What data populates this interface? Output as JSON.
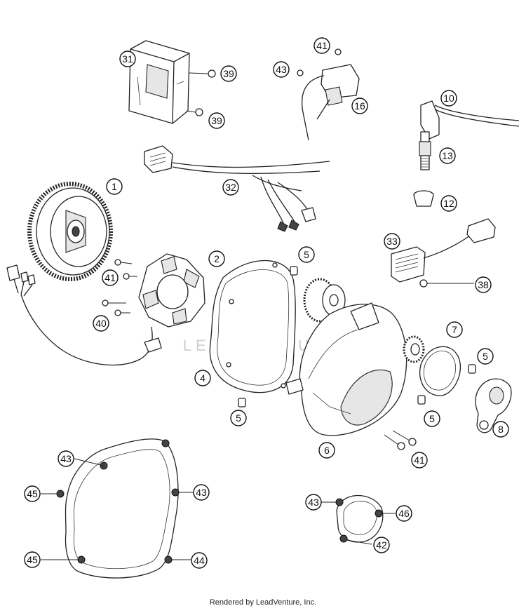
{
  "watermark": "LEADVENTURE",
  "footer": "Rendered by LeadVenture, Inc.",
  "callouts": {
    "c1": "1",
    "c2": "2",
    "c4": "4",
    "c5a": "5",
    "c5b": "5",
    "c5c": "5",
    "c5d": "5",
    "c6": "6",
    "c7": "7",
    "c8": "8",
    "c10": "10",
    "c12": "12",
    "c13": "13",
    "c16": "16",
    "c31": "31",
    "c32": "32",
    "c33": "33",
    "c38": "38",
    "c39a": "39",
    "c39b": "39",
    "c40": "40",
    "c41a": "41",
    "c41b": "41",
    "c41c": "41",
    "c42": "42",
    "c43a": "43",
    "c43b": "43",
    "c43c": "43",
    "c43d": "43",
    "c44": "44",
    "c45a": "45",
    "c45b": "45",
    "c46": "46"
  }
}
